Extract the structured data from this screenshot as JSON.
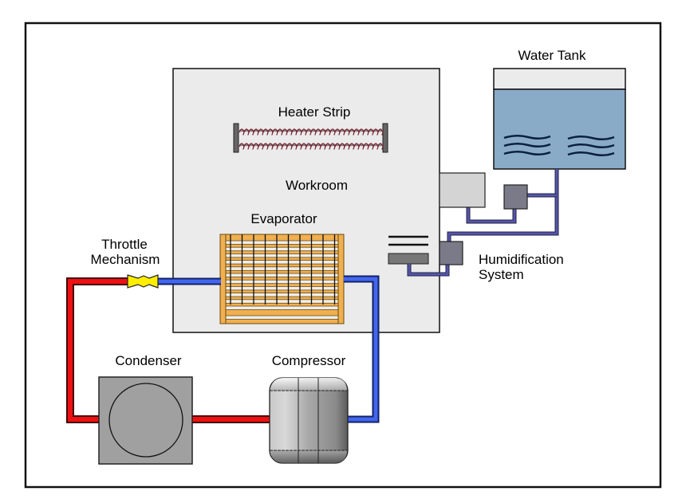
{
  "diagram": {
    "type": "refrigeration-humidification-schematic",
    "labels": {
      "heater_strip": "Heater Strip",
      "workroom": "Workroom",
      "evaporator": "Evaporator",
      "throttle_line1": "Throttle",
      "throttle_line2": "Mechanism",
      "water_tank": "Water Tank",
      "humidification_line1": "Humidification",
      "humidification_line2": "System",
      "condenser": "Condenser",
      "compressor": "Compressor"
    },
    "colors": {
      "hot_pipe": "#ee1111",
      "cold_pipe": "#4466ee",
      "water_pipe": "#5555aa",
      "workroom_fill": "#ebebeb",
      "water_fill": "#8aabc8",
      "evaporator_frame": "#f0b050",
      "valve": "#ffee00",
      "condenser_fill": "#a0a0a0"
    },
    "nodes": [
      {
        "id": "heater-strip",
        "label": "Heater Strip"
      },
      {
        "id": "workroom",
        "label": "Workroom"
      },
      {
        "id": "evaporator",
        "label": "Evaporator"
      },
      {
        "id": "throttle",
        "label": "Throttle Mechanism"
      },
      {
        "id": "condenser",
        "label": "Condenser"
      },
      {
        "id": "compressor",
        "label": "Compressor"
      },
      {
        "id": "water-tank",
        "label": "Water Tank"
      },
      {
        "id": "humidification",
        "label": "Humidification System"
      }
    ],
    "edges": [
      {
        "from": "compressor",
        "to": "condenser",
        "type": "hot"
      },
      {
        "from": "condenser",
        "to": "throttle",
        "type": "hot"
      },
      {
        "from": "throttle",
        "to": "evaporator",
        "type": "cold"
      },
      {
        "from": "evaporator",
        "to": "compressor",
        "type": "cold"
      },
      {
        "from": "water-tank",
        "to": "humidification",
        "type": "water"
      }
    ]
  }
}
